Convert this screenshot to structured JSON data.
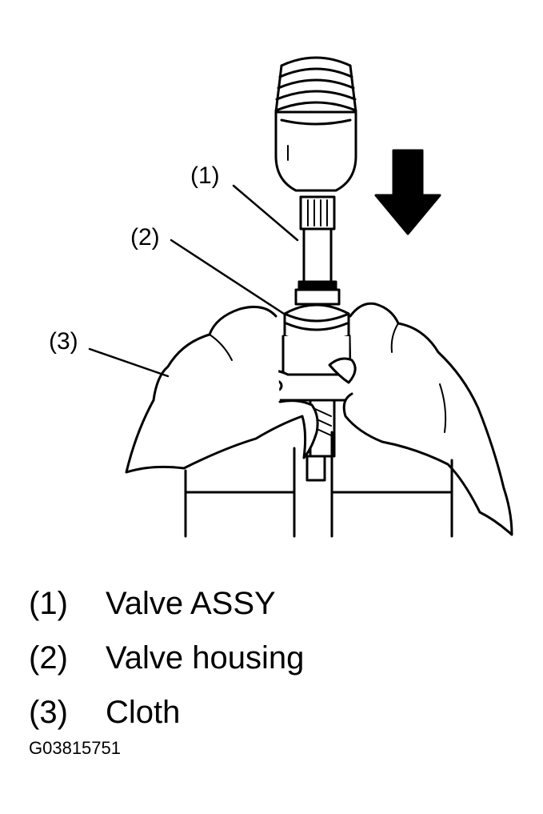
{
  "callouts": [
    {
      "num": "(1)"
    },
    {
      "num": "(2)"
    },
    {
      "num": "(3)"
    }
  ],
  "legend": [
    {
      "num": "(1)",
      "label": "Valve ASSY"
    },
    {
      "num": "(2)",
      "label": "Valve housing"
    },
    {
      "num": "(3)",
      "label": "Cloth"
    }
  ],
  "figure_id": "G03815751",
  "icons": {
    "arrow": "down-arrow-icon",
    "chuck": "press-chuck-icon",
    "cloth": "cloth-icon"
  },
  "colors": {
    "ink": "#000000",
    "paper": "#ffffff"
  }
}
